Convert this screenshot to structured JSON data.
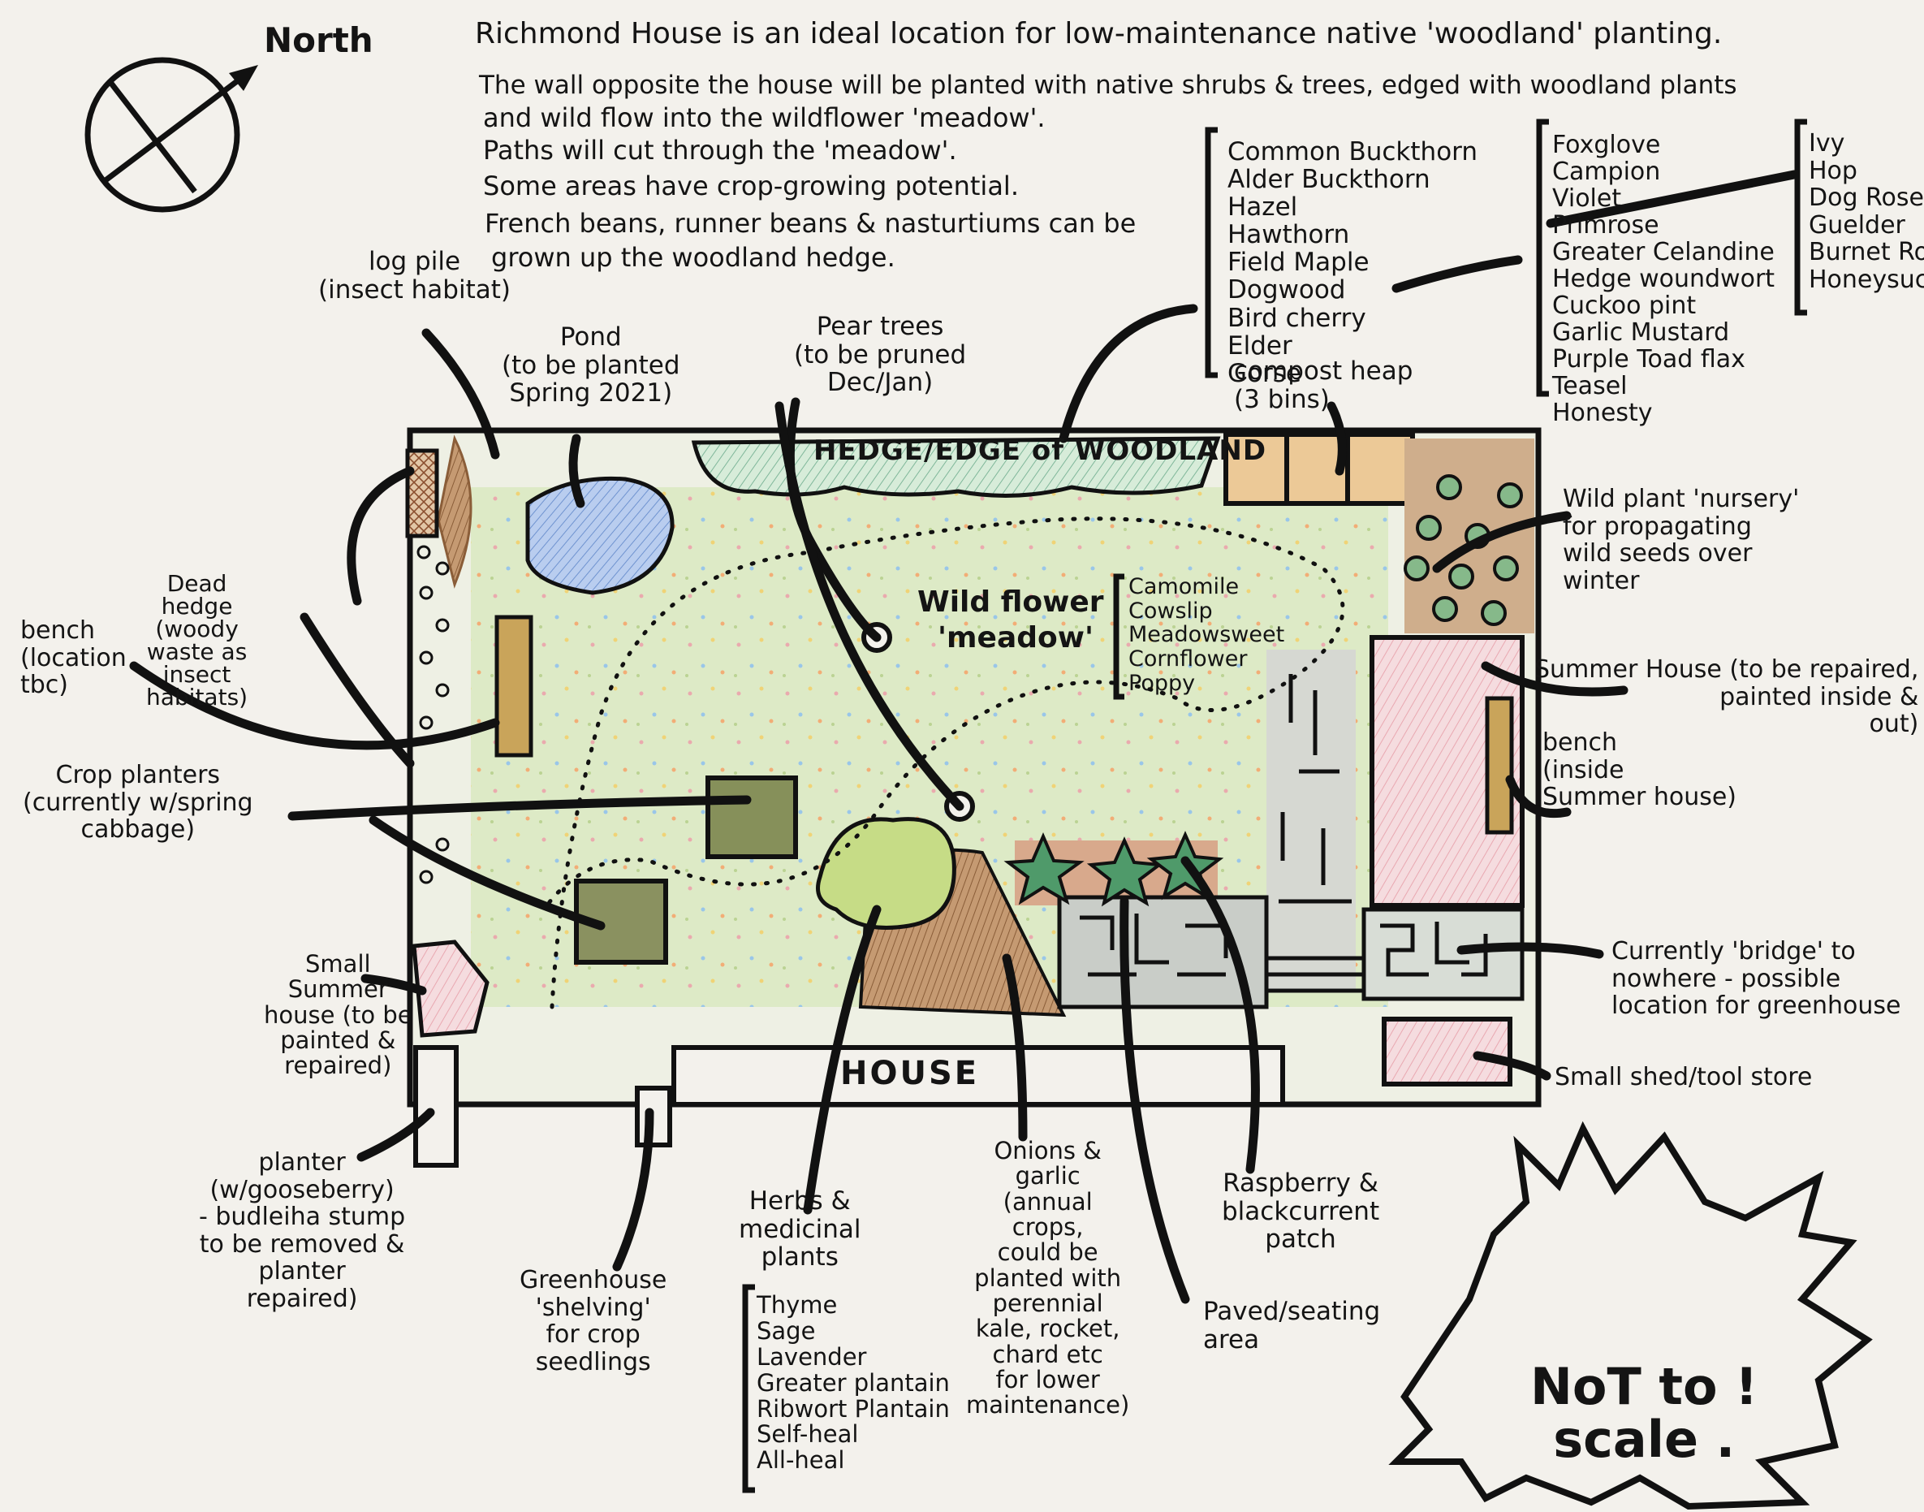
{
  "intro": [
    "Richmond House is an ideal location for low-maintenance native 'woodland' planting.",
    "The wall opposite the house will be planted with native shrubs & trees, edged with woodland plants",
    "and wild flow into the wildflower 'meadow'.",
    "Paths will cut through the 'meadow'.",
    "Some areas have crop-growing potential.",
    "French beans, runner beans & nasturtiums can be",
    "grown up the woodland hedge."
  ],
  "compass": {
    "label": "North"
  },
  "plan_labels": {
    "hedge": "HEDGE/EDGE of WOODLAND",
    "house": "HOUSE",
    "meadow_1": "Wild flower",
    "meadow_2": "'meadow'"
  },
  "meadow_flowers": [
    "Camomile",
    "Cowslip",
    "Meadowsweet",
    "Cornflower",
    "Poppy"
  ],
  "shrubs_trees": [
    "Common Buckthorn",
    "Alder Buckthorn",
    "Hazel",
    "Hawthorn",
    "Field Maple",
    "Dogwood",
    "Bird cherry",
    "Elder",
    "Gorse"
  ],
  "woodland_plants": [
    "Foxglove",
    "Campion",
    "Violet",
    "Primrose",
    "Greater Celandine",
    "Hedge woundwort",
    "Cuckoo pint",
    "Garlic Mustard",
    "Purple Toad flax",
    "Teasel",
    "Honesty"
  ],
  "climbers": [
    "Ivy",
    "Hop",
    "Dog Rose",
    "Guelder",
    "Burnet Ro",
    "Honeysuck"
  ],
  "herbs": [
    "Thyme",
    "Sage",
    "Lavender",
    "Greater plantain",
    "Ribwort Plantain",
    "Self-heal",
    "All-heal"
  ],
  "annotations": {
    "log_pile": "log pile\n(insect habitat)",
    "pond": "Pond\n(to be planted\nSpring 2021)",
    "pear_trees": "Pear trees\n(to be pruned\nDec/Jan)",
    "compost": "compost heap\n(3 bins)",
    "nursery": "Wild plant 'nursery'\nfor propagating\nwild seeds over\nwinter",
    "dead_hedge": "Dead\nhedge\n(woody\nwaste as\ninsect\nhabitats)",
    "bench_left": "bench\n(location\ntbc)",
    "crop_planters": "Crop planters\n(currently w/spring\ncabbage)",
    "summer_house": "Summer House (to be repaired,\npainted inside &\nout)",
    "bench_right": "bench\n(inside\nSummer house)",
    "bridge": "Currently 'bridge' to\nnowhere - possible\nlocation for greenhouse",
    "shed": "Small shed/tool store",
    "small_summer_house": "Small\nSummer\nhouse (to be\npainted &\nrepaired)",
    "planter": "planter\n(w/gooseberry)\n- budleiha stump\nto be removed &\nplanter\nrepaired)",
    "greenhouse_shelving": "Greenhouse\n'shelving'\nfor crop\nseedlings",
    "herbs_title": "Herbs &\nmedicinal\nplants",
    "onions": "Onions &\ngarlic\n(annual\ncrops,\ncould be\nplanted with\nperennial\nkale, rocket,\nchard etc\nfor lower\nmaintenance)",
    "raspberry": "Raspberry &\nblackcurrent\npatch",
    "paved": "Paved/seating\narea",
    "not_to_scale": "NoT to !\nscale ."
  },
  "colors": {
    "paper": "#f3f1ec",
    "ink": "#141414",
    "meadow": "#d5e5b8",
    "pond": "#9fb8e0",
    "summer_house": "#f2c9cf",
    "compost": "#e8c896",
    "brown_soil": "#a57a52",
    "bench": "#c9a45a",
    "nursery_bed": "#c9a07a",
    "hedge_green": "#b9dcc7"
  }
}
